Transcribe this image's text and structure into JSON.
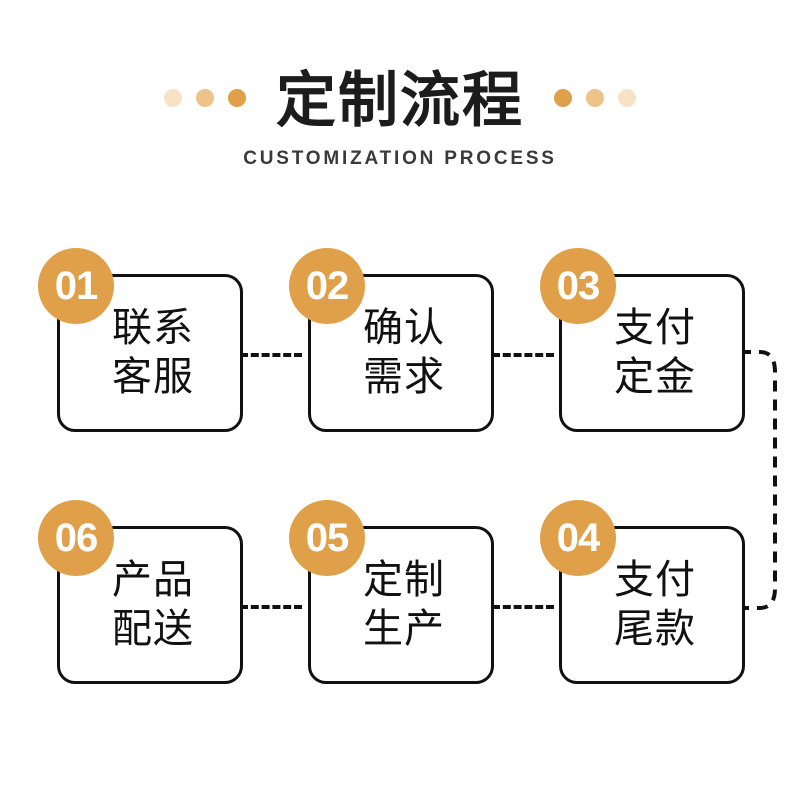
{
  "header": {
    "title": "定制流程",
    "subtitle": "CUSTOMIZATION PROCESS",
    "dots_left": [
      "#f7e2c6",
      "#eec389",
      "#dfa049"
    ],
    "dots_right": [
      "#dfa049",
      "#eec389",
      "#f7e2c6"
    ]
  },
  "theme": {
    "accent": "#dfa049",
    "accent_mid": "#eec389",
    "accent_light": "#f7e2c6",
    "line": "#111111",
    "text": "#111111",
    "subtitle_text": "#3a3a3a",
    "background": "#ffffff"
  },
  "steps": [
    {
      "number": "01",
      "label": "联系\n客服",
      "row": 1,
      "col": 1
    },
    {
      "number": "02",
      "label": "确认\n需求",
      "row": 1,
      "col": 2
    },
    {
      "number": "03",
      "label": "支付\n定金",
      "row": 1,
      "col": 3
    },
    {
      "number": "04",
      "label": "支付\n尾款",
      "row": 2,
      "col": 3
    },
    {
      "number": "05",
      "label": "定制\n生产",
      "row": 2,
      "col": 2
    },
    {
      "number": "06",
      "label": "产品\n配送",
      "row": 2,
      "col": 1
    }
  ],
  "connectors": [
    {
      "name": "connector-01-02",
      "type": "dashed-horizontal"
    },
    {
      "name": "connector-02-03",
      "type": "dashed-horizontal"
    },
    {
      "name": "connector-03-04",
      "type": "dashed-wrap-right"
    },
    {
      "name": "connector-04-05",
      "type": "dashed-horizontal"
    },
    {
      "name": "connector-05-06",
      "type": "dashed-horizontal"
    }
  ]
}
